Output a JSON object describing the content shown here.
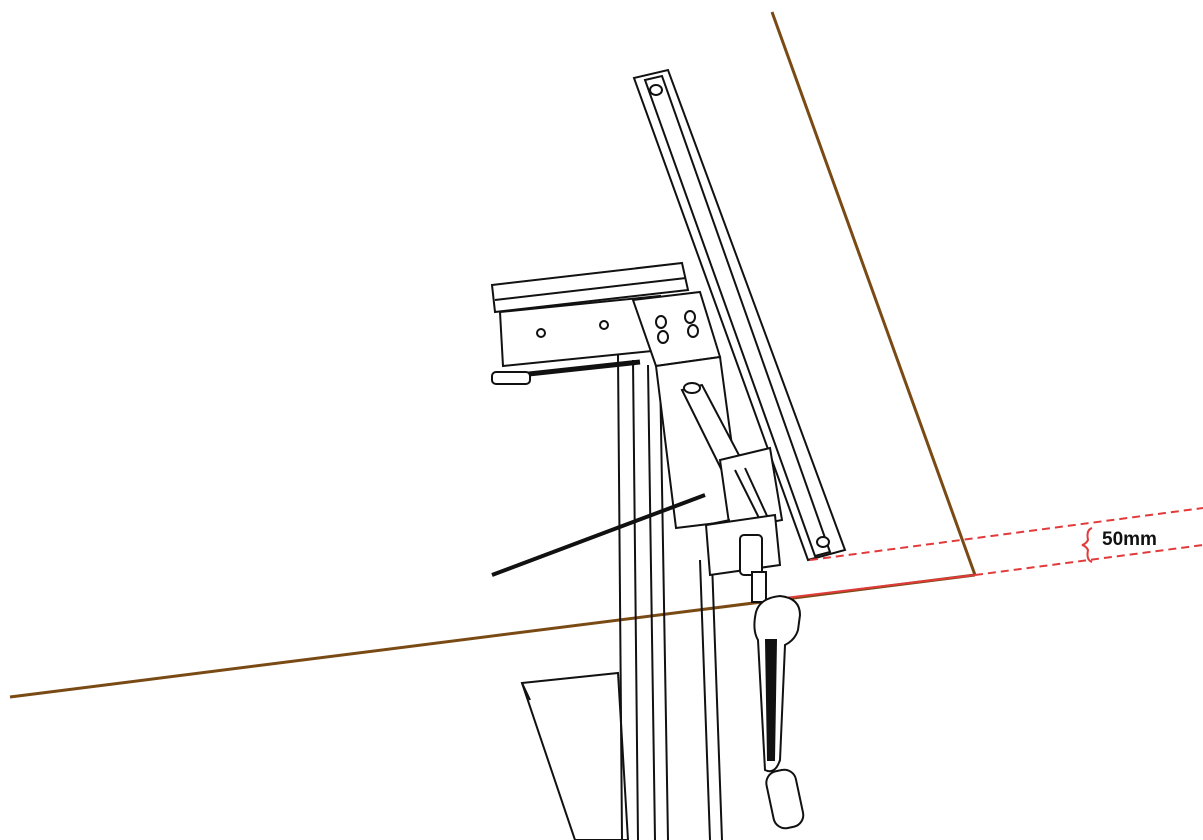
{
  "diagram": {
    "dimension_label": "50mm",
    "colors": {
      "table_edge": "#7a4a14",
      "dimension": "#e23a3a",
      "outline": "#111111",
      "background": "#ffffff",
      "label": "#111111"
    },
    "parts": [
      "tilted-tabletop-surface",
      "frame-upright",
      "tilt-arm",
      "cross-beam",
      "hinge-plate",
      "crank-handle",
      "foot-plate",
      "offset-dimension"
    ]
  }
}
